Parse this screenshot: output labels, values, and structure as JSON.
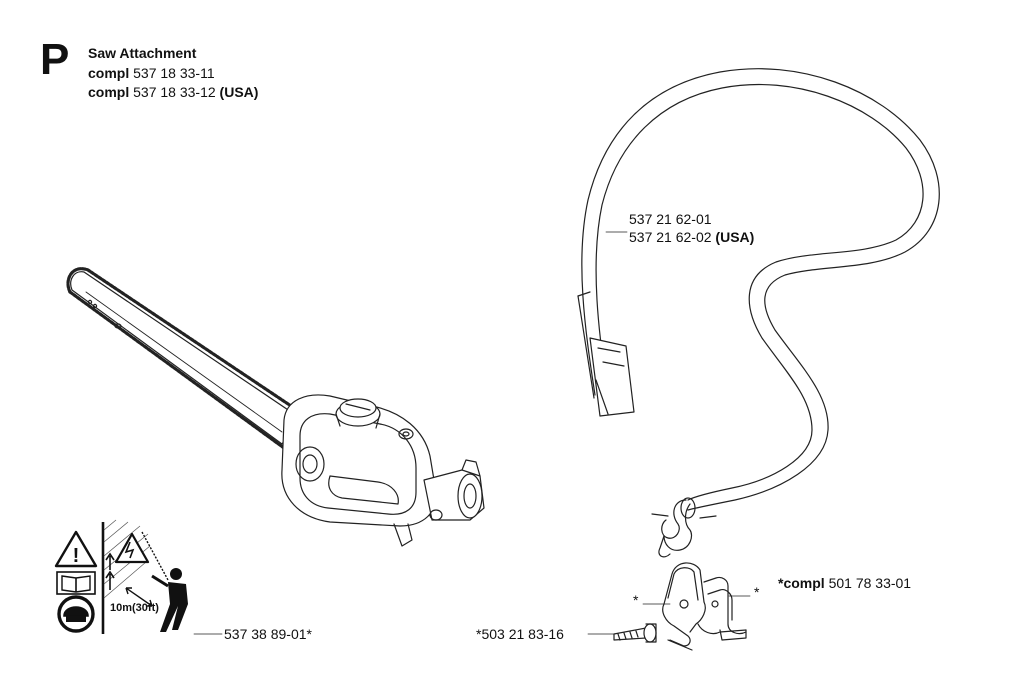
{
  "page": {
    "section_letter": "P",
    "title": "Saw Attachment",
    "assembly_lines": [
      {
        "prefix": "compl",
        "number": "537 18 33-11",
        "suffix": ""
      },
      {
        "prefix": "compl",
        "number": "537 18 33-12",
        "suffix": "(USA)"
      }
    ]
  },
  "parts": {
    "harness": {
      "number_1": "537 21 62-01",
      "number_2": "537 21 62-02",
      "suffix_2": "(USA)"
    },
    "warning_decal": {
      "number": "537 38 89-01*",
      "distance_text": "10m(30ft)"
    },
    "bracket_kit": {
      "prefix": "*compl",
      "number": "501 78 33-01",
      "star_left": "*",
      "star_right": "*"
    },
    "screw": {
      "number": "*503 21 83-16"
    }
  }
}
